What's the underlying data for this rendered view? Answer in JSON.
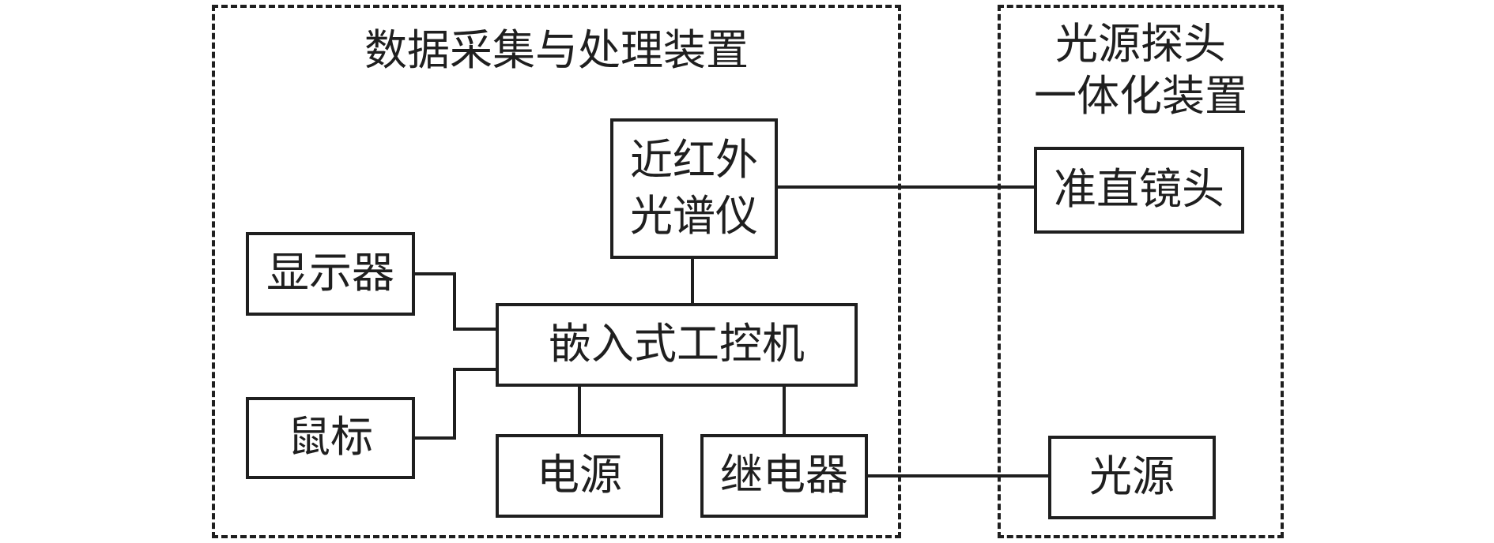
{
  "diagram": {
    "type": "block-diagram",
    "background": "#ffffff",
    "stroke_color": "#1f1f1f",
    "left_group": {
      "title": "数据采集与处理装置"
    },
    "right_group": {
      "title_line1": "光源探头",
      "title_line2": "一体化装置"
    },
    "nodes": {
      "spectrometer": {
        "line1": "近红外",
        "line2": "光谱仪"
      },
      "collimator": {
        "label": "准直镜头"
      },
      "monitor": {
        "label": "显示器"
      },
      "computer": {
        "label": "嵌入式工控机"
      },
      "mouse": {
        "label": "鼠标"
      },
      "power": {
        "label": "电源"
      },
      "relay": {
        "label": "继电器"
      },
      "light_source": {
        "label": "光源"
      }
    },
    "edges": [
      {
        "from": "spectrometer",
        "to": "collimator"
      },
      {
        "from": "spectrometer",
        "to": "computer"
      },
      {
        "from": "monitor",
        "to": "computer"
      },
      {
        "from": "mouse",
        "to": "computer"
      },
      {
        "from": "computer",
        "to": "power"
      },
      {
        "from": "computer",
        "to": "relay"
      },
      {
        "from": "relay",
        "to": "light_source"
      }
    ]
  }
}
